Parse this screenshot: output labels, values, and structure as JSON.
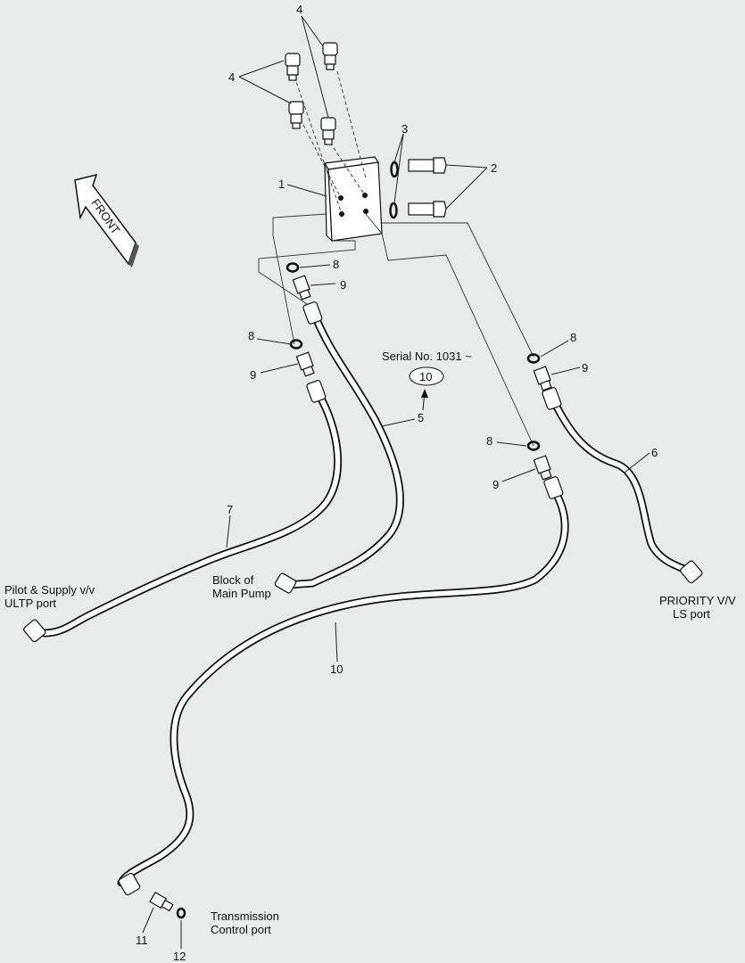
{
  "diagram": {
    "direction_badge": "FRONT",
    "serial_note": "Serial No. 1031 ~",
    "serial_ref": "10",
    "callouts": {
      "c1": "1",
      "c2": "2",
      "c3": "3",
      "c4a": "4",
      "c4b": "4",
      "c5": "5",
      "c6": "6",
      "c7": "7",
      "c8a": "8",
      "c8b": "8",
      "c8c": "8",
      "c8d": "8",
      "c9a": "9",
      "c9b": "9",
      "c9c": "9",
      "c9d": "9",
      "c10": "10",
      "c11": "11",
      "c12": "12"
    },
    "ports": {
      "pilot_line1": "Pilot & Supply v/v",
      "pilot_line2": "ULTP port",
      "pump_line1": "Block of",
      "pump_line2": "Main Pump",
      "priority_line1": "PRIORITY V/V",
      "priority_line2": "LS port",
      "trans_line1": "Transmission",
      "trans_line2": "Control port"
    }
  }
}
